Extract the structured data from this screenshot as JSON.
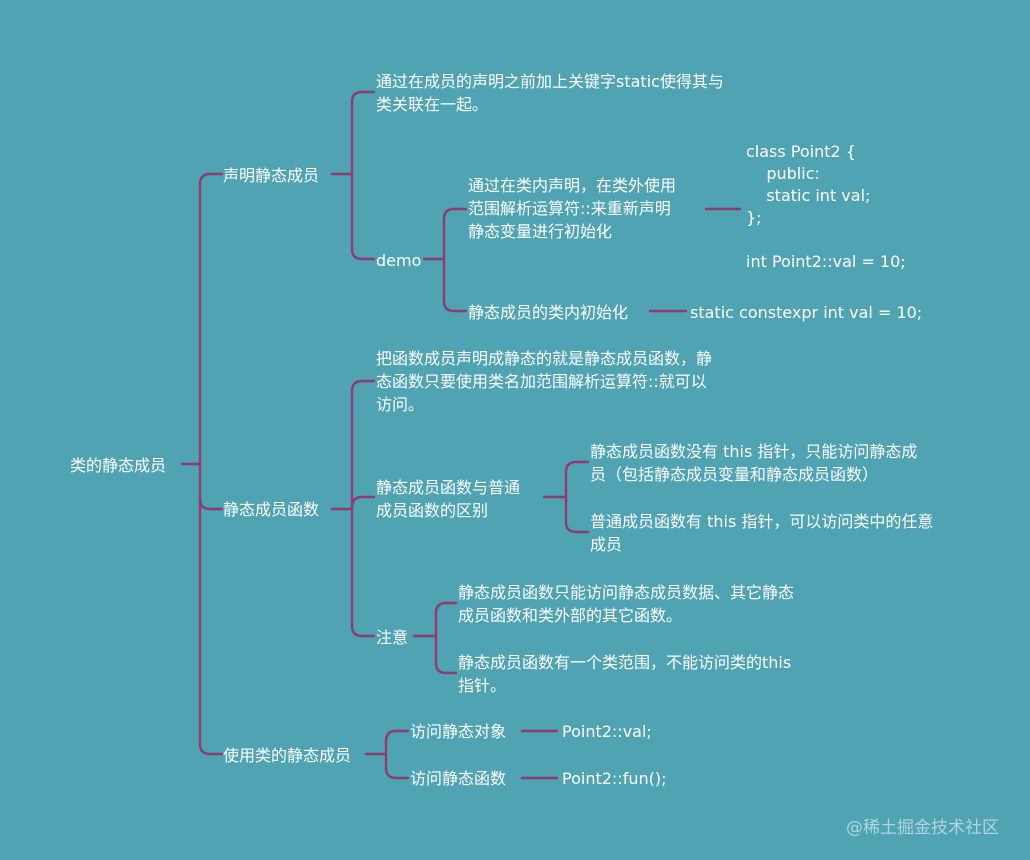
{
  "colors": {
    "background": "#4fa3b3",
    "connector": "#8e3b72",
    "text": "#ffffff"
  },
  "root": "类的静态成员",
  "declare": {
    "label": "声明静态成员",
    "desc": "通过在成员的声明之前加上关键字static使得其与\n类关联在一起。",
    "demo": {
      "label": "demo",
      "note1": "通过在类内声明，在类外使用\n范围解析运算符::来重新声明\n静态变量进行初始化",
      "code": "class Point2 {\n    public:\n    static int val;\n};\n\nint Point2::val = 10;",
      "note2": "静态成员的类内初始化",
      "code2": "static constexpr int val = 10;"
    }
  },
  "func": {
    "label": "静态成员函数",
    "desc": "把函数成员声明成静态的就是静态成员函数，静\n态函数只要使用类名加范围解析运算符::就可以\n访问。",
    "diff": {
      "label": "静态成员函数与普通\n成员函数的区别",
      "a": "静态成员函数没有 this 指针，只能访问静态成\n员（包括静态成员变量和静态成员函数）",
      "b": "普通成员函数有 this 指针，可以访问类中的任意\n成员"
    },
    "note": {
      "label": "注意",
      "a": "静态成员函数只能访问静态成员数据、其它静态\n成员函数和类外部的其它函数。",
      "b": "静态成员函数有一个类范围，不能访问类的this\n指针。"
    }
  },
  "use": {
    "label": "使用类的静态成员",
    "obj": {
      "label": "访问静态对象",
      "code": "Point2::val;"
    },
    "fn": {
      "label": "访问静态函数",
      "code": "Point2::fun();"
    }
  },
  "watermark": "@稀土掘金技术社区"
}
